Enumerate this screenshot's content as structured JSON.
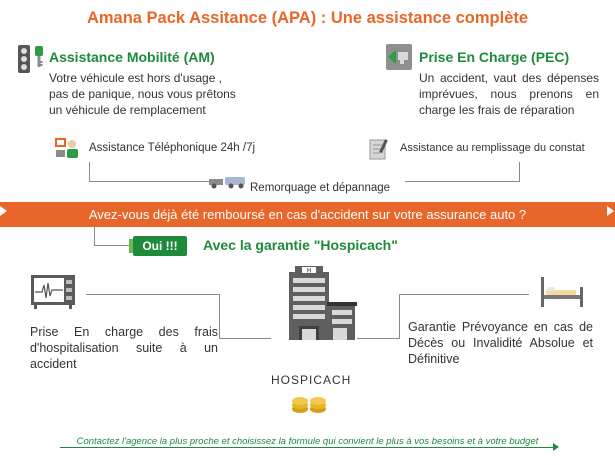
{
  "header": {
    "title": "Amana Pack Assitance (APA) : Une assistance complète"
  },
  "am": {
    "title": "Assistance Mobilité (AM)",
    "lines": [
      "Votre véhicule est hors d'usage ,",
      "pas de panique, nous vous prêtons",
      "un véhicule de remplacement"
    ]
  },
  "pec": {
    "title": "Prise En Charge (PEC)",
    "lines": [
      "Un accident, vaut des dépenses",
      "imprévues, nous prenons en",
      "charge les frais de réparation"
    ]
  },
  "services": {
    "phone": "Assistance Téléphonique 24h /7j",
    "constat": "Assistance au remplissage du constat",
    "remorquage": "Remorquage et dépannage"
  },
  "banner": {
    "question": "Avez-vous déjà été remboursé en cas d'accident sur votre assurance auto ?"
  },
  "answer": {
    "oui": "Oui !!!",
    "garantie": "Avec la garantie \"Hospicach\""
  },
  "hospital": {
    "lines": [
      "Prise En charge des frais",
      "d'hospitalisation suite à un",
      "accident"
    ]
  },
  "prevoyance": {
    "lines": [
      "Garantie Prévoyance en cas de",
      "Décès ou Invalidité Absolue et",
      "Définitive"
    ]
  },
  "hospicach": {
    "label": "HOSPICACH"
  },
  "footer": {
    "text": "Contactez l'agence la plus proche et choisissez la formule qui convient  le plus à vos besoins et à votre budget"
  },
  "colors": {
    "orange": "#e8662a",
    "green": "#1f8a3c",
    "line": "#8a8a8a"
  }
}
